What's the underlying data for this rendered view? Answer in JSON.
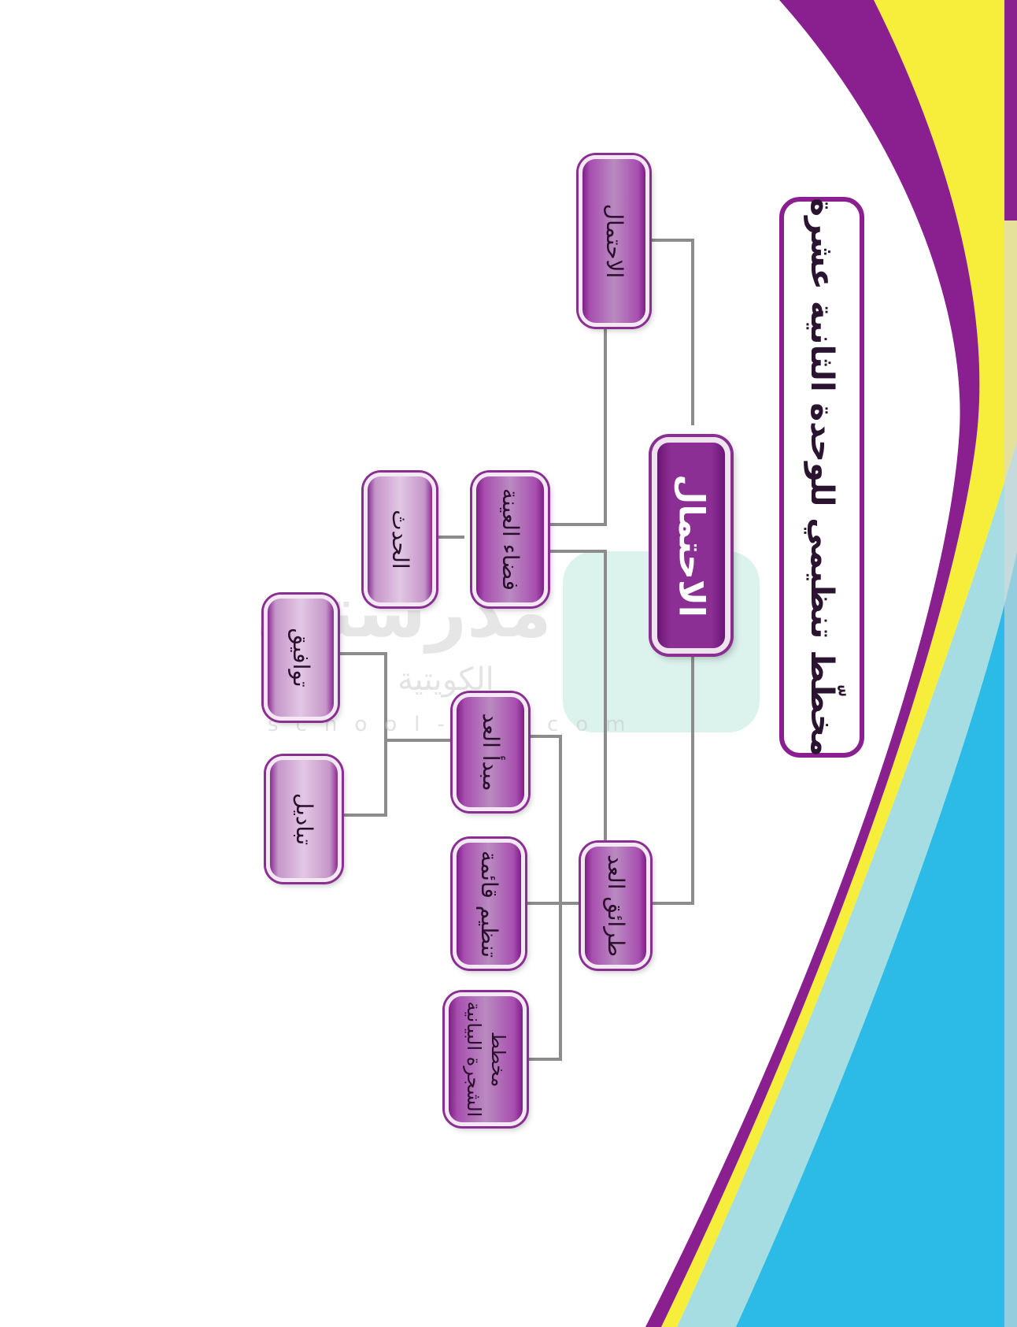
{
  "title": "مخطّط تنظيمي للوحدة الثانية عشرة",
  "center": "الاحتمال",
  "nodes": {
    "probability": "الاحتمال",
    "sample_space": "فضاء العينة",
    "event": "الحدث",
    "counting_methods": "طرائق العد",
    "counting_principle": "مبدأ العد",
    "list": "تنظيم قائمة",
    "tree": "مخطط الشجرة البيانية",
    "combinations": "توافيق",
    "permutations": "تباديل"
  },
  "watermark": {
    "name": "مدرستي",
    "sub": "الكويتية",
    "url": "school-kw.com"
  },
  "colors": {
    "purple": "#8a1f8f",
    "yellow": "#f7ee3c",
    "cyan": "#2bbbe6",
    "light_cyan": "#a6dde3",
    "line": "#8c8c8c"
  }
}
